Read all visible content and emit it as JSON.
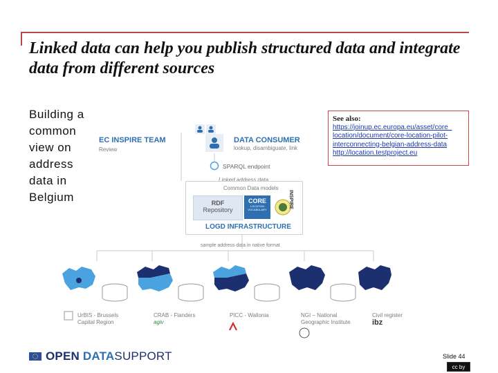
{
  "title": "Linked data can help you publish structured data and integrate data from different sources",
  "side_text": "Building a common view on address data in Belgium",
  "see_also": {
    "heading": "See also:",
    "links": [
      "https://joinup.ec.europa.eu/asset/core_",
      "location/document/core-location-pilot-",
      "interconnecting-belgian-address-data",
      "http://location.testproject.eu"
    ]
  },
  "diagram": {
    "ec_inspire_team": "EC INSPIRE TEAM",
    "review": "Review",
    "data_consumer": "DATA CONSUMER",
    "lookup": "lookup, disambiguate, link",
    "sparql": "SPARQL endpoint",
    "linked_address_data": "Linked address data",
    "common_models": "Common Data models",
    "rdf_repository_1": "RDF",
    "rdf_repository_2": "Repository",
    "core_1": "CORE",
    "core_2": "LOCATION",
    "core_3": "VOCABULARY",
    "inspire_vertical": "INSPIRE",
    "logd": "LOGD INFRASTRUCTURE",
    "sample_format": "sample address data in native format",
    "regions": [
      {
        "line1": "UrBIS - Brussels",
        "line2": "Capital Region"
      },
      {
        "line1": "CRAB - Flanders",
        "line2": "agiv"
      },
      {
        "line1": "PICC - Wallonia",
        "line2": ""
      },
      {
        "line1": "NGI – National",
        "line2": "Geographic Institute"
      },
      {
        "line1": "Civil register",
        "line2": "ibz"
      }
    ]
  },
  "footer": {
    "brand_open": "OPEN ",
    "brand_data": "DATA",
    "brand_support": "SUPPORT",
    "slide_number": "Slide 44",
    "license": "cc  by"
  },
  "colors": {
    "accent_red": "#b5474a",
    "blue": "#2d6fb0",
    "navy": "#1c2f6e",
    "light_blue": "#4aa3df"
  }
}
